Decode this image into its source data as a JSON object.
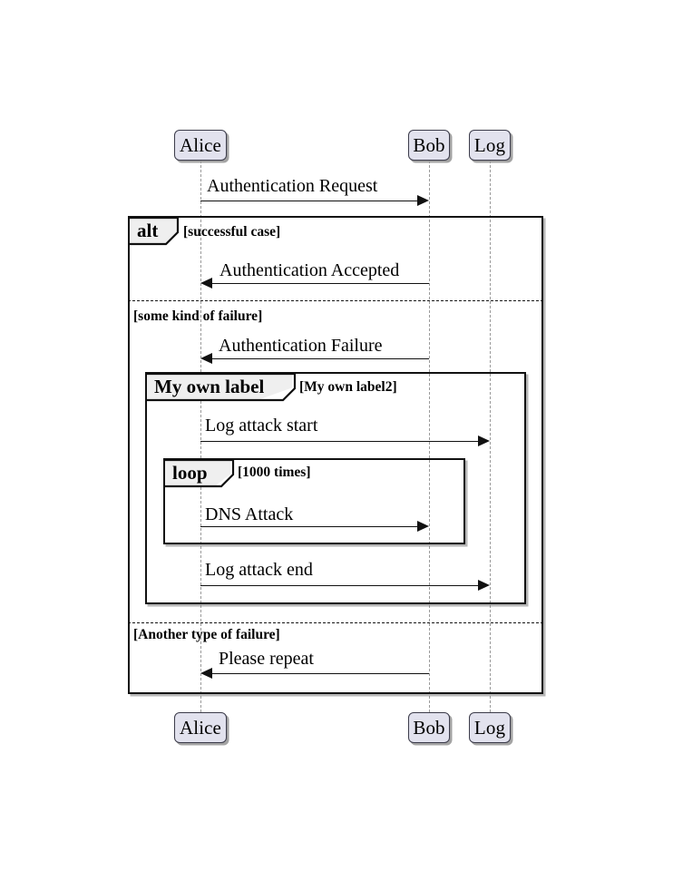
{
  "diagram": {
    "type": "uml-sequence-diagram",
    "background_color": "#ffffff",
    "participant_fill": "#E2E2EE",
    "fragment_tag_fill": "#EFEFEF"
  },
  "participants": [
    {
      "name": "Alice",
      "label": "Alice"
    },
    {
      "name": "Bob",
      "label": "Bob"
    },
    {
      "name": "Log",
      "label": "Log"
    }
  ],
  "participants_bottom": [
    {
      "name": "Alice",
      "label": "Alice"
    },
    {
      "name": "Bob",
      "label": "Bob"
    },
    {
      "name": "Log",
      "label": "Log"
    }
  ],
  "messages": [
    {
      "id": "m1",
      "text": "Authentication Request",
      "from": "Alice",
      "to": "Bob",
      "direction": "right"
    },
    {
      "id": "m2",
      "text": "Authentication Accepted",
      "from": "Bob",
      "to": "Alice",
      "direction": "left"
    },
    {
      "id": "m3",
      "text": "Authentication Failure",
      "from": "Bob",
      "to": "Alice",
      "direction": "left"
    },
    {
      "id": "m4",
      "text": "Log attack start",
      "from": "Alice",
      "to": "Log",
      "direction": "right"
    },
    {
      "id": "m5",
      "text": "DNS Attack",
      "from": "Alice",
      "to": "Bob",
      "direction": "right"
    },
    {
      "id": "m6",
      "text": "Log attack end",
      "from": "Alice",
      "to": "Log",
      "direction": "right"
    },
    {
      "id": "m7",
      "text": "Please repeat",
      "from": "Bob",
      "to": "Alice",
      "direction": "left"
    }
  ],
  "fragments": [
    {
      "id": "f-alt",
      "operator": "alt",
      "guards": [
        "[successful case]",
        "[some kind of failure]",
        "[Another type of failure]"
      ]
    },
    {
      "id": "f-custom",
      "operator": "My own label",
      "guards": [
        "[My own label2]"
      ]
    },
    {
      "id": "f-loop",
      "operator": "loop",
      "guards": [
        "[1000 times]"
      ]
    }
  ]
}
